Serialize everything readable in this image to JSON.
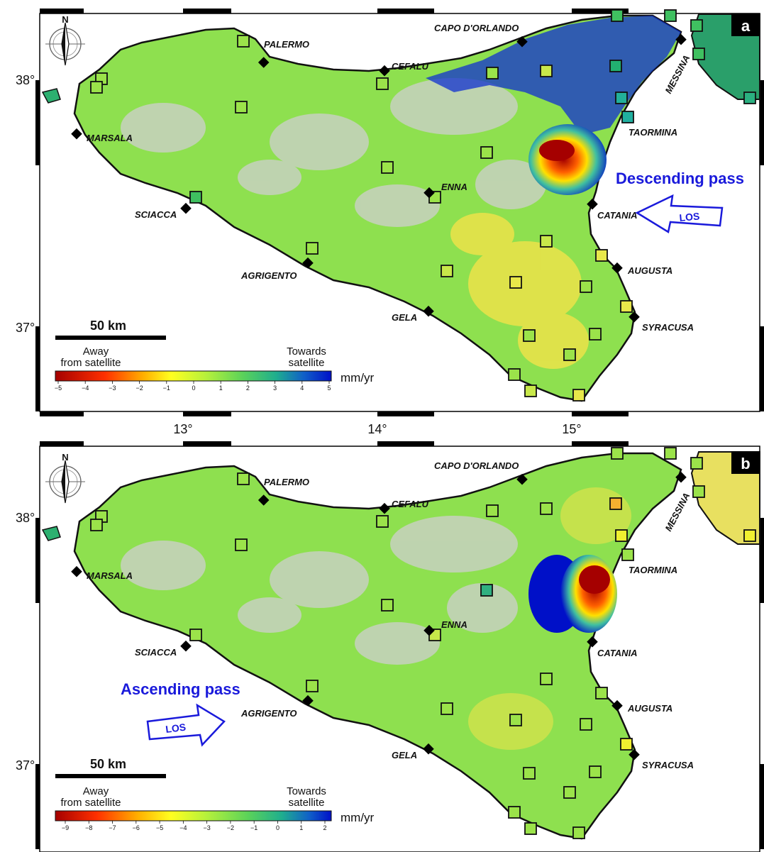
{
  "colors": {
    "land_green": "#7ed957",
    "coast": "#111111",
    "relief_gray": "#c8c8c8",
    "los_blue": "#1a1adb",
    "gps_station_fill": "#9be34a",
    "deep_red": "#a50000",
    "deep_blue": "#0010c8"
  },
  "axes": {
    "lon_labels": [
      "13°",
      "14°",
      "15°"
    ],
    "lat_labels": [
      "38°",
      "37°"
    ]
  },
  "cities": [
    {
      "id": "palermo",
      "label": "PALERMO"
    },
    {
      "id": "cefalu",
      "label": "CEFALU"
    },
    {
      "id": "capo",
      "label": "CAPO D'ORLANDO"
    },
    {
      "id": "messina",
      "label": "MESSINA"
    },
    {
      "id": "marsala",
      "label": "MARSALA"
    },
    {
      "id": "taormina",
      "label": "TAORMINA"
    },
    {
      "id": "enna",
      "label": "ENNA"
    },
    {
      "id": "sciacca",
      "label": "SCIACCA"
    },
    {
      "id": "catania",
      "label": "CATANIA"
    },
    {
      "id": "agrigento",
      "label": "AGRIGENTO"
    },
    {
      "id": "augusta",
      "label": "AUGUSTA"
    },
    {
      "id": "gela",
      "label": "GELA"
    },
    {
      "id": "syracusa",
      "label": "SYRACUSA"
    }
  ],
  "panel_a": {
    "letter": "a",
    "north": "N",
    "scale_label": "50 km",
    "pass_label": "Descending pass",
    "los_label": "LOS",
    "legend": {
      "away_label": "Away\nfrom satellite",
      "towards_label": "Towards\nsatellite",
      "unit": "mm/yr",
      "ticks": [
        "−5",
        "−4",
        "−3",
        "−2",
        "−1",
        "0",
        "1",
        "2",
        "3",
        "4",
        "5"
      ]
    }
  },
  "panel_b": {
    "letter": "b",
    "north": "N",
    "scale_label": "50 km",
    "pass_label": "Ascending pass",
    "los_label": "LOS",
    "legend": {
      "away_label": "Away\nfrom satellite",
      "towards_label": "Towards\nsatellite",
      "unit": "mm/yr",
      "ticks": [
        "−9",
        "−8",
        "−7",
        "−6",
        "−5",
        "−4",
        "−3",
        "−2",
        "−1",
        "0",
        "1",
        "2"
      ]
    }
  }
}
